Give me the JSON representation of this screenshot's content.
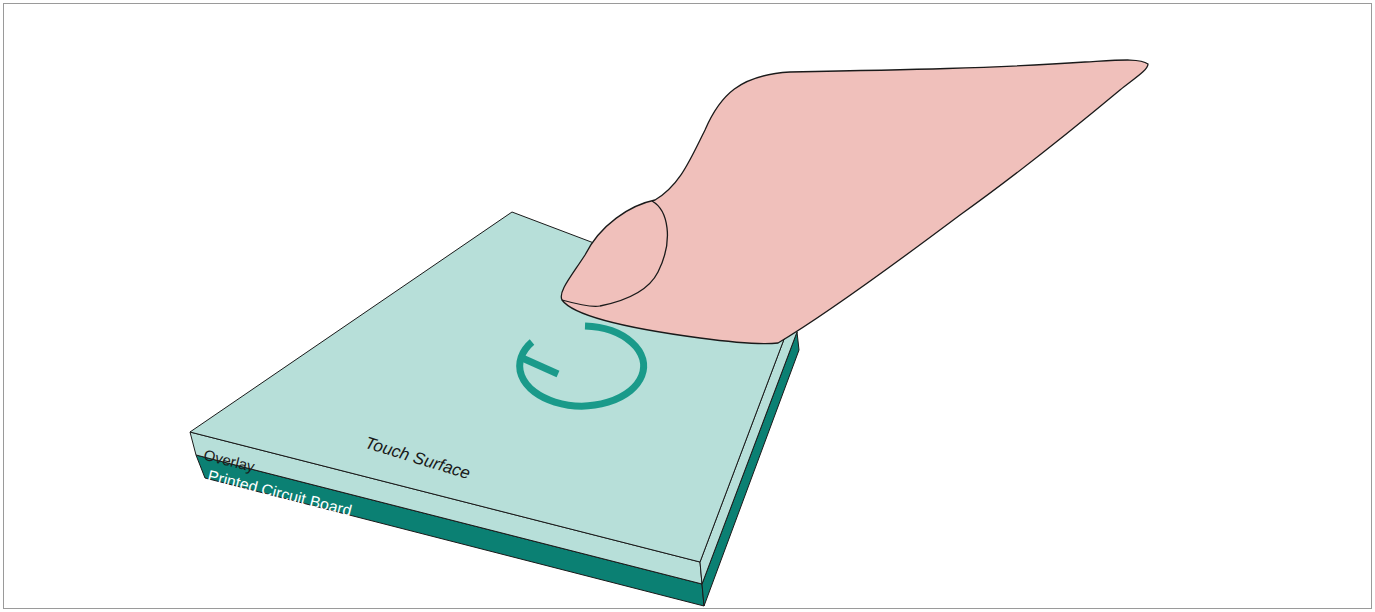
{
  "diagram": {
    "labels": [
      "Touch Surface",
      "Overlay",
      "Printed Circuit Board"
    ]
  }
}
